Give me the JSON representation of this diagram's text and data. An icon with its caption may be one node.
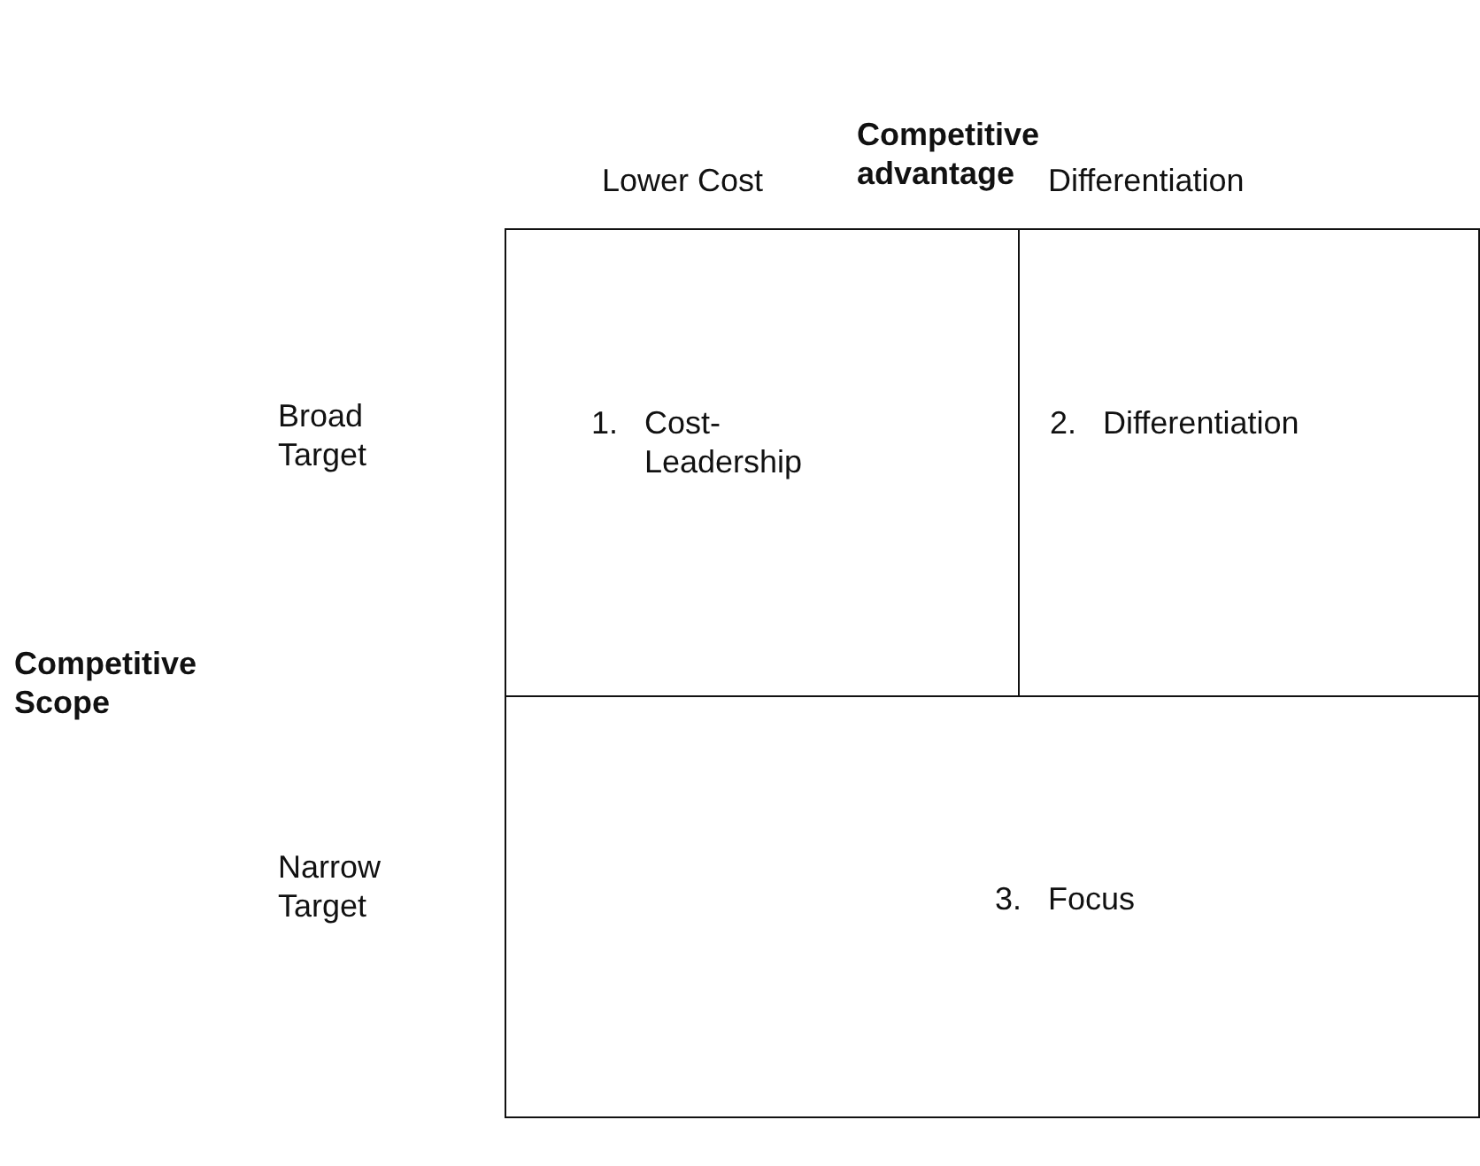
{
  "diagram": {
    "nodes": [
      {
        "text": [
          "1.",
          "Cost-Leadership"
        ]
      },
      {
        "text": [
          "2.",
          "Differentiation"
        ]
      },
      {
        "text": [
          "3.",
          "Focus"
        ]
      }
    ],
    "labels": [
      "Competitive advantage",
      "Lower Cost",
      "Differentiation",
      "Broad Target",
      "Competitive Scope",
      "Narrow Target"
    ]
  }
}
